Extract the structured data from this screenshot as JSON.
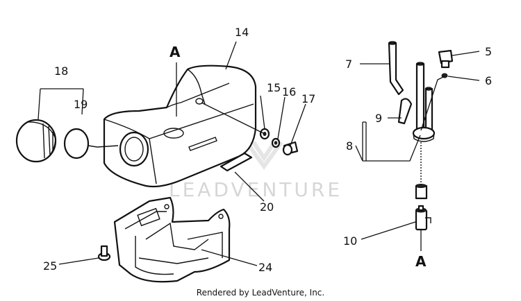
{
  "callouts": {
    "c5": "5",
    "c6": "6",
    "c7": "7",
    "c8": "8",
    "c9": "9",
    "c10": "10",
    "c14": "14",
    "c15": "15",
    "c16": "16",
    "c17": "17",
    "c18": "18",
    "c19": "19",
    "c20": "20",
    "c24": "24",
    "c25": "25",
    "ref_a_top": "A",
    "ref_a_bottom": "A"
  },
  "watermark": "LEADVENTURE",
  "footer": "Rendered by LeadVenture, Inc."
}
